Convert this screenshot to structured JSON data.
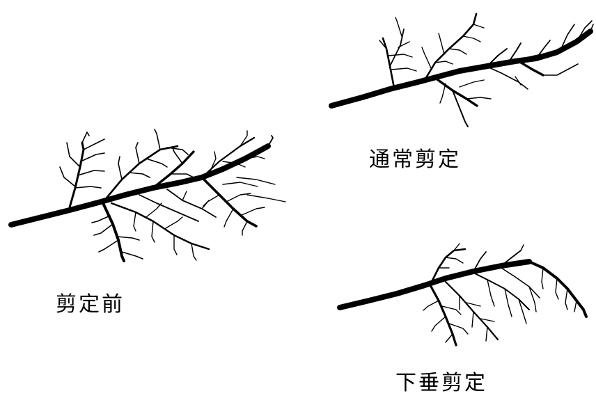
{
  "diagram": {
    "panels": [
      {
        "id": "before",
        "caption": "剪定前"
      },
      {
        "id": "normal",
        "caption": "通常剪定"
      },
      {
        "id": "weeping",
        "caption": "下垂剪定"
      }
    ]
  },
  "colors": {
    "ink": "#000000",
    "background": "#ffffff"
  }
}
